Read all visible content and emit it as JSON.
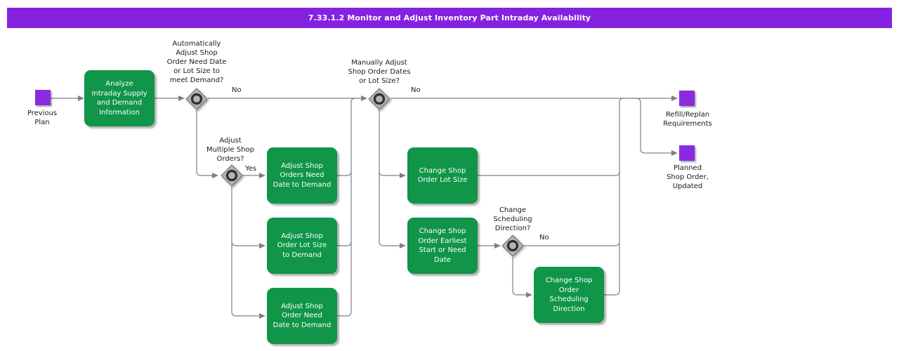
{
  "title_bar": {
    "title": "7.33.1.2 Monitor and Adjust Inventory Part Intraday Availability"
  },
  "colors": {
    "title-bar-bg": "#8522E0",
    "title-bar-text": "#FFFFFF",
    "task-bg": "#109549",
    "task-text": "#FFFFFF",
    "event-bg": "#8A2BE2",
    "line": "#7F7F7F",
    "gateway-fill": "#B3B3B3",
    "gateway-border": "#6E6E6E",
    "gateway-ring": "#2E2E2E",
    "label-text": "#1A1A1A"
  },
  "events": {
    "previous_plan": {
      "label": "Previous\nPlan"
    },
    "refill_replan": {
      "label": "Refill/Replan\nRequirements"
    },
    "planned_shop_order": {
      "label": "Planned\nShop Order,\nUpdated"
    }
  },
  "tasks": {
    "analyze": {
      "label": "Analyze\nIntraday Supply\nand Demand\nInformation"
    },
    "adjust_orders_need_date": {
      "label": "Adjust Shop\nOrders Need\nDate to Demand"
    },
    "adjust_order_lot_size": {
      "label": "Adjust Shop\nOrder Lot Size\nto Demand"
    },
    "adjust_order_need_date": {
      "label": "Adjust Shop\nOrder Need\nDate to Demand"
    },
    "change_order_lot_size": {
      "label": "Change Shop\nOrder Lot Size"
    },
    "change_order_earliest_start": {
      "label": "Change Shop\nOrder Earliest\nStart or Need\nDate"
    },
    "change_order_scheduling_direction": {
      "label": "Change Shop\nOrder\nScheduling\nDirection"
    }
  },
  "gateways": {
    "auto_adjust": {
      "question": "Automatically\nAdjust Shop\nOrder Need Date\nor Lot Size to\nmeet Demand?",
      "no": "No"
    },
    "manual_adjust": {
      "question": "Manually Adjust\nShop Order Dates\nor Lot Size?",
      "no": "No"
    },
    "adjust_multiple": {
      "question": "Adjust\nMultiple Shop\nOrders?",
      "yes": "Yes"
    },
    "change_scheduling": {
      "question": "Change\nScheduling\nDirection?",
      "no": "No"
    }
  }
}
